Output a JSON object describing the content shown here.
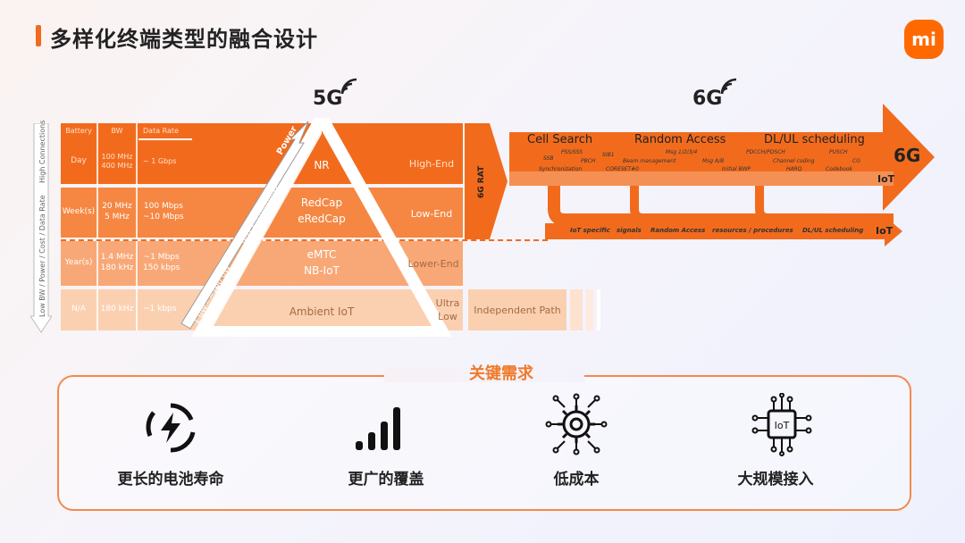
{
  "title": "多样化终端类型的融合设计",
  "logo": "mi",
  "gen5": "5G",
  "gen6": "6G",
  "table": {
    "headers": {
      "battery": "Battery",
      "bw": "BW",
      "rate": "Data Rate"
    },
    "rows": [
      {
        "battery": "Day",
        "bw": "100 MHz\n400 MHz",
        "rate": "~ 1 Gbps"
      },
      {
        "battery": "Week(s)",
        "bw": "20 MHz\n5 MHz",
        "rate": "100 Mbps\n~10 Mbps"
      },
      {
        "battery": "Year(s)",
        "bw": "1.4 MHz\n180 kHz",
        "rate": "~1 Mbps\n150 kbps"
      },
      {
        "battery": "N/A",
        "bw": "180 kHz",
        "rate": "~1 kbps"
      }
    ],
    "left_axis_low": "Low BW / Power / Cost / Data Rate",
    "left_axis_high": "High Connections"
  },
  "pyramid": {
    "power_label": "Power",
    "power_range_high": "mW - ~1000mW",
    "power_range_low": "1 uW - ~100 uW",
    "tiers": [
      {
        "name": "NR",
        "level": "High-End"
      },
      {
        "name": "RedCap\neRedCap",
        "level": "Low-End"
      },
      {
        "name": "eMTC\nNB-IoT",
        "level": "Lower-End"
      },
      {
        "name": "Ambient IoT",
        "level": "Ultra\nLow"
      }
    ]
  },
  "rat_label": "6G RAT",
  "independent_path": "Independent Path",
  "arrow6g": {
    "label": "6G",
    "iot_label": "IoT",
    "features": [
      "Cell Search",
      "Random Access",
      "DL/UL scheduling"
    ],
    "details": [
      "SSB",
      "PSS/SSS",
      "PBCH",
      "SIB1",
      "Synchronization",
      "CORESET#0",
      "Beam management",
      "Msg 1/2/3/4",
      "Msg A/B",
      "Initial BWP",
      "PDCCH/PDSCH",
      "Channel coding",
      "HARQ",
      "PUSCH",
      "CG",
      "Codebook"
    ],
    "iot_line": [
      "IoT specific",
      "signals",
      "Random Access",
      "resources / procedures",
      "DL/UL scheduling"
    ],
    "iot_arrow_label": "IoT"
  },
  "requirements": {
    "title": "关键需求",
    "items": [
      {
        "label": "更长的电池寿命",
        "icon": "battery-charge-icon"
      },
      {
        "label": "更广的覆盖",
        "icon": "signal-bars-icon"
      },
      {
        "label": "低成本",
        "icon": "gear-circuit-icon"
      },
      {
        "label": "大规模接入",
        "icon": "iot-chip-icon"
      }
    ]
  },
  "colors": {
    "orange": "#f26b1d",
    "orange_mid": "#f68a4b",
    "orange_light": "#f9b588",
    "peach": "#fbd4b8"
  }
}
